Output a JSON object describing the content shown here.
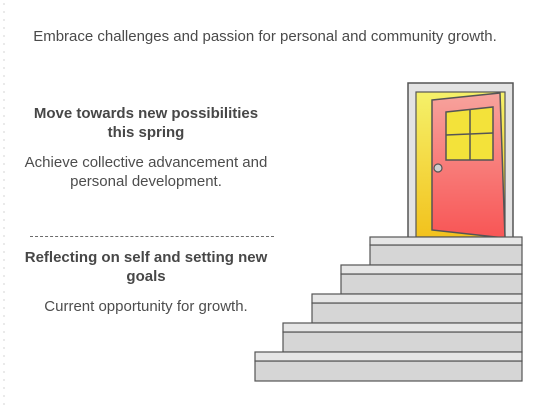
{
  "header": {
    "text": "Embrace challenges and passion for personal and community growth."
  },
  "blocks": [
    {
      "title": "Move towards new possibilities this spring",
      "description": "Achieve collective advancement and personal development."
    },
    {
      "title": "Reflecting on self and setting new goals",
      "description": "Current opportunity for growth."
    }
  ],
  "colors": {
    "door_frame": "#e3e3e3",
    "door_opening": "#f7e23b",
    "door_panel": "#f86a6a",
    "window": "#f3e23a",
    "stairs": "#d6d6d6",
    "outline": "#555555"
  }
}
